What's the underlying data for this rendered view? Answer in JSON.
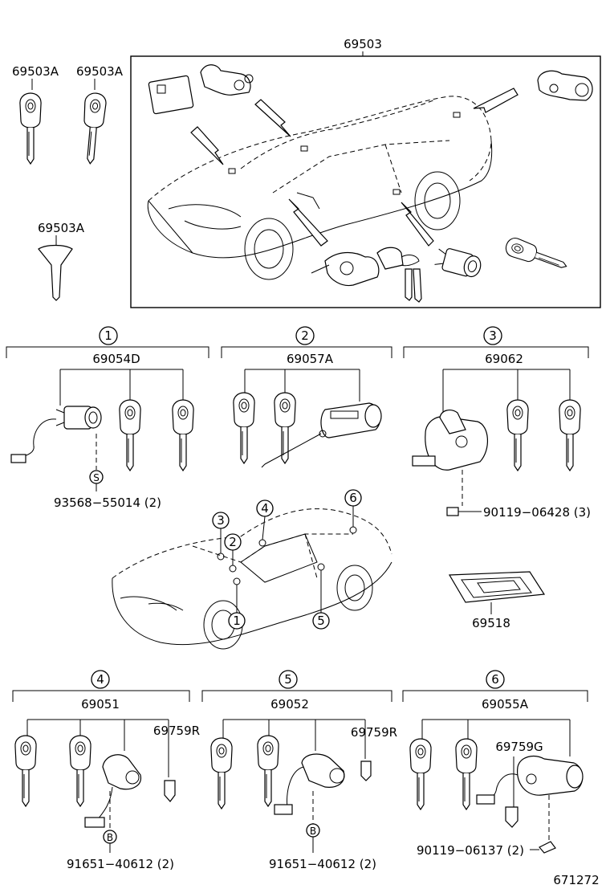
{
  "title_part": "69503",
  "top_keys": [
    "69503A",
    "69503A"
  ],
  "left_key": "69503A",
  "groups": [
    {
      "num": "1",
      "part": "69054D",
      "bolt": "93568−55014 (2)",
      "bolt_letter": "S"
    },
    {
      "num": "2",
      "part": "69057A"
    },
    {
      "num": "3",
      "part": "69062",
      "bolt": "90119−06428 (3)"
    },
    {
      "num": "4",
      "part": "69051",
      "clip": "69759R",
      "bolt": "91651−40612 (2)",
      "bolt_letter": "B"
    },
    {
      "num": "5",
      "part": "69052",
      "clip": "69759R",
      "bolt": "91651−40612 (2)",
      "bolt_letter": "B"
    },
    {
      "num": "6",
      "part": "69055A",
      "clip": "69759G",
      "bolt": "90119−06137 (2)"
    }
  ],
  "plate_part": "69518",
  "car_callouts": [
    "1",
    "2",
    "3",
    "4",
    "5",
    "6"
  ],
  "diagram_number": "671272"
}
